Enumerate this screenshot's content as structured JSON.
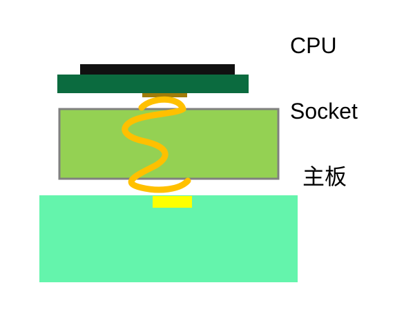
{
  "labels": {
    "cpu": "CPU",
    "socket": "Socket",
    "motherboard": "主板"
  },
  "colors": {
    "cpu_die": "#111111",
    "cpu_substrate": "#0b6b3f",
    "cpu_contact": "#a07c0a",
    "socket_fill": "#94d153",
    "socket_border": "#808080",
    "connector_wire": "#ffc000",
    "board_pad": "#ffff00",
    "motherboard": "#64f4ac"
  }
}
